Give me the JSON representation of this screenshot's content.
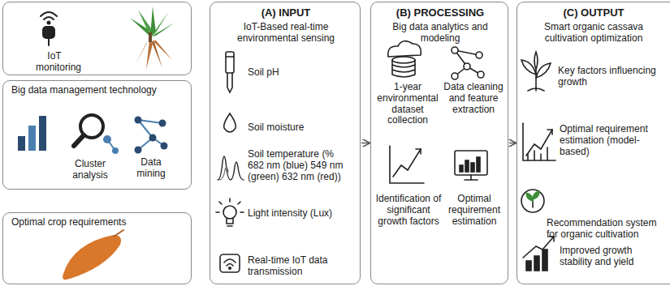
{
  "diagram": {
    "nodes": [
      {
        "text": [
          "IoT monitoring"
        ]
      },
      {
        "text": [
          "Big data management technology",
          "Cluster analysis",
          "Data mining"
        ]
      },
      {
        "text": [
          "Optimal crop requirements"
        ]
      },
      {
        "text": [
          "(A) INPUT",
          "IoT-Based real-time environmental sensing",
          "Soil pH",
          "Soil moisture",
          "Soil temperature (% 682 nm (blue) 549 nm (green) 632 nm (red))",
          "Light intensity (Lux)",
          "Real-time IoT data transmission"
        ]
      },
      {
        "text": [
          "(B) PROCESSING",
          "Big data analytics and modeling",
          "1-year environmental dataset collection",
          "Data cleaning and feature extraction",
          "Identification of significant growth factors",
          "Optimal requirement estimation"
        ]
      },
      {
        "text": [
          "(C) OUTPUT",
          "Smart organic cassava cultivation optimization",
          "Key factors influencing growth",
          "Optimal requirement estimation (model-based)",
          "Recommendation system for organic cultivation",
          "Improved growth stability and yield"
        ]
      }
    ],
    "edges": [
      {
        "from": 3,
        "to": 4,
        "arrow": "to"
      },
      {
        "from": 4,
        "to": 5,
        "arrow": "to"
      }
    ]
  }
}
